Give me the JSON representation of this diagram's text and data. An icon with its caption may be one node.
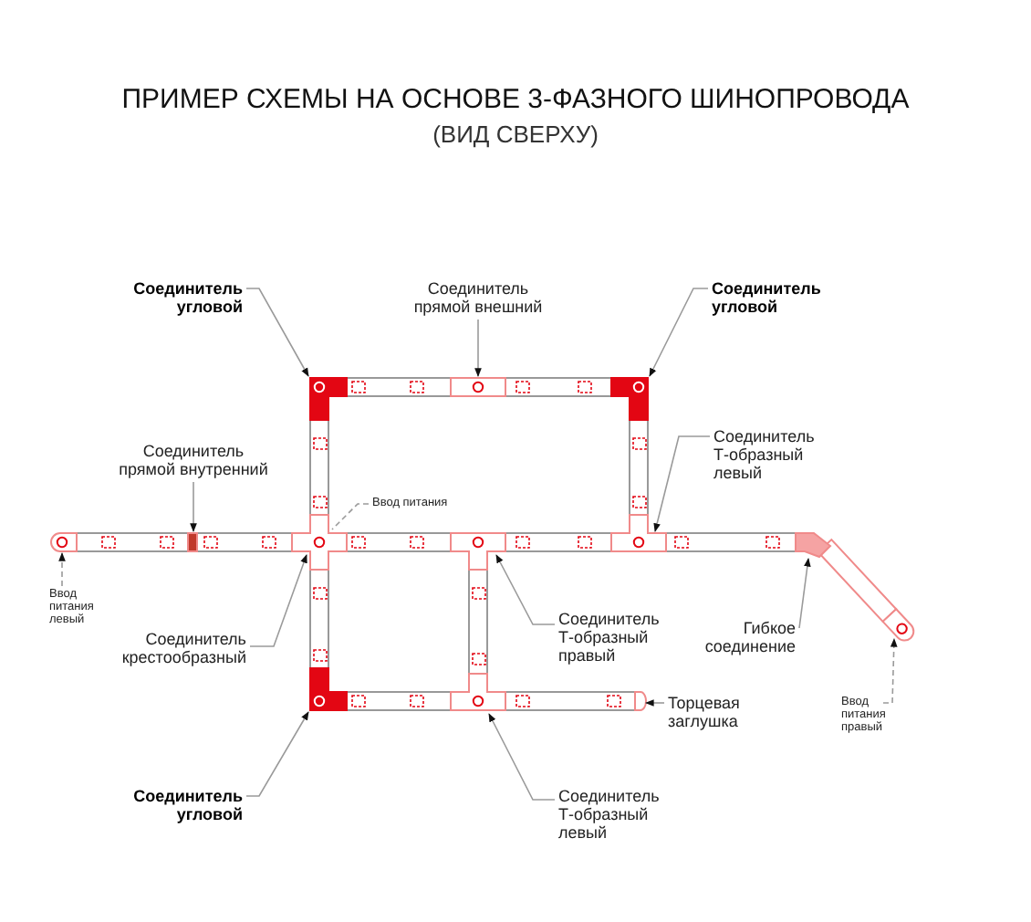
{
  "diagram": {
    "title": "ПРИМЕР СХЕМЫ НА ОСНОВЕ 3-ФАЗНОГО ШИНОПРОВОДА",
    "nodes": [
      {
        "text": [
          "Соединитель угловой"
        ]
      },
      {
        "text": [
          "Соединитель прямой внешний"
        ]
      },
      {
        "text": [
          "Соединитель угловой"
        ]
      },
      {
        "text": [],
        "shape": "box"
      },
      {
        "text": [],
        "shape": "box"
      },
      {
        "text": [],
        "shape": "box"
      },
      {
        "text": [
          "Соединитель Т-образный левый"
        ]
      },
      {
        "text": [
          "Соединитель прямой внутренний"
        ]
      },
      {
        "text": [
          "Ввод питания"
        ]
      },
      {
        "text": [],
        "shape": "box"
      },
      {
        "text": [],
        "shape": "box"
      },
      {
        "text": [],
        "shape": "box"
      },
      {
        "text": [],
        "shape": "box"
      },
      {
        "text": [],
        "shape": "box"
      },
      {
        "text": [
          "Ввод питания левый"
        ]
      },
      {
        "text": [
          "Соединитель крестообразный"
        ]
      },
      {
        "text": [
          "Соединитель Т-образный правый"
        ]
      },
      {
        "text": [
          "Гибкое соединение"
        ]
      },
      {
        "text": [],
        "shape": "box"
      },
      {
        "text": [],
        "shape": "box"
      },
      {
        "text": [
          "Торцевая заглушка"
        ]
      },
      {
        "text": [],
        "shape": "box"
      },
      {
        "text": [
          "Ввод питания правый"
        ]
      },
      {
        "text": [],
        "shape": "box"
      },
      {
        "text": [],
        "shape": "box"
      },
      {
        "text": [
          "Соединитель угловой"
        ]
      },
      {
        "text": [
          "Соединитель Т-образный левый"
        ]
      }
    ],
    "edges": [
      {
        "from": 0,
        "to": 3,
        "arrow": "to"
      },
      {
        "from": 1,
        "to": 4,
        "arrow": "to"
      },
      {
        "from": 2,
        "to": 5,
        "arrow": "to"
      },
      {
        "from": 6,
        "to": 12,
        "arrow": "to"
      },
      {
        "from": 7,
        "to": 10,
        "arrow": "to"
      },
      {
        "from": 8,
        "to": 11,
        "arrow": "none",
        "style": "dashed"
      },
      {
        "from": 14,
        "to": 9,
        "arrow": "to",
        "style": "dashed"
      },
      {
        "from": 15,
        "to": 11,
        "arrow": "to"
      },
      {
        "from": 16,
        "to": 18,
        "arrow": "to"
      },
      {
        "from": 17,
        "to": 13,
        "arrow": "to"
      },
      {
        "from": 22,
        "to": 19,
        "arrow": "to",
        "style": "dashed"
      },
      {
        "from": 20,
        "to": 21,
        "arrow": "to"
      },
      {
        "from": 25,
        "to": 23,
        "arrow": "to"
      },
      {
        "from": 26,
        "to": 24,
        "arrow": "to"
      }
    ],
    "labels": [
      "(ВИД СВЕРХУ)"
    ]
  }
}
